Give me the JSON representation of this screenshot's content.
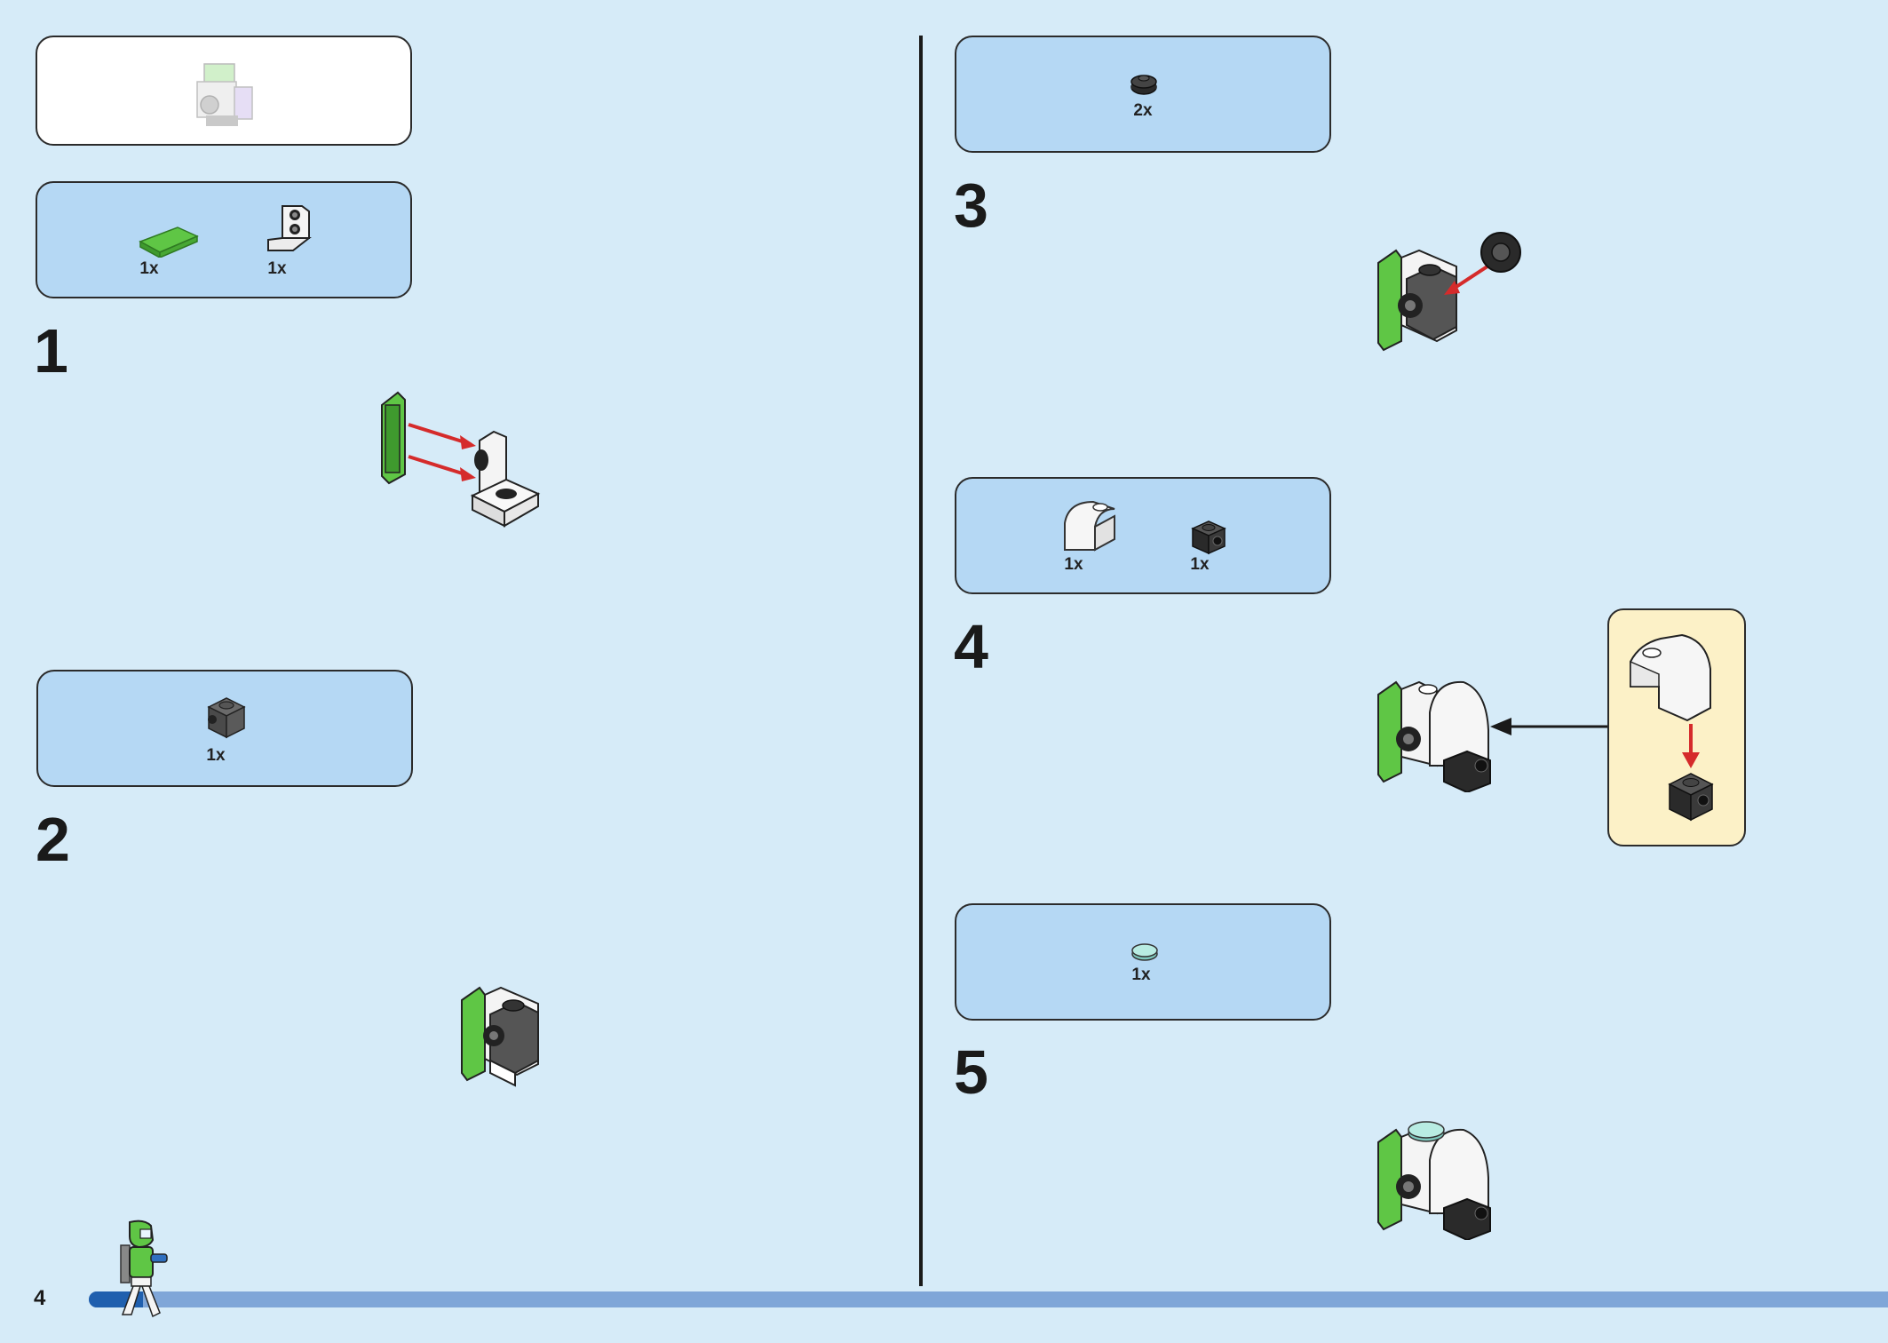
{
  "page": {
    "number": "4",
    "progress_fraction": 0.03
  },
  "overview": {
    "icon": "completed-model-preview-icon"
  },
  "steps": [
    {
      "number": "1",
      "parts": [
        {
          "qty": "1x",
          "icon": "green-tile-1x2-icon",
          "color": "#4caf38"
        },
        {
          "qty": "1x",
          "icon": "white-bracket-icon",
          "color": "#ffffff"
        }
      ]
    },
    {
      "number": "2",
      "parts": [
        {
          "qty": "1x",
          "icon": "dark-grey-brick-1x1-studs-icon",
          "color": "#4a4a4a"
        }
      ]
    },
    {
      "number": "3",
      "parts": [
        {
          "qty": "2x",
          "icon": "black-round-plate-icon",
          "color": "#2a2a2a"
        }
      ]
    },
    {
      "number": "4",
      "parts": [
        {
          "qty": "1x",
          "icon": "white-curved-slope-icon",
          "color": "#ffffff"
        },
        {
          "qty": "1x",
          "icon": "black-brick-1x1-studs-icon",
          "color": "#2a2a2a"
        }
      ]
    },
    {
      "number": "5",
      "parts": [
        {
          "qty": "1x",
          "icon": "trans-light-blue-round-tile-icon",
          "color": "#a8e0d8"
        }
      ]
    }
  ],
  "colors": {
    "background": "#d6ebf8",
    "parts_box": "#b5d8f4",
    "arrow": "#d52b2b",
    "callout": "#fcf1c7",
    "progress": "#7fa6d8",
    "progress_fill": "#1f5fae"
  }
}
